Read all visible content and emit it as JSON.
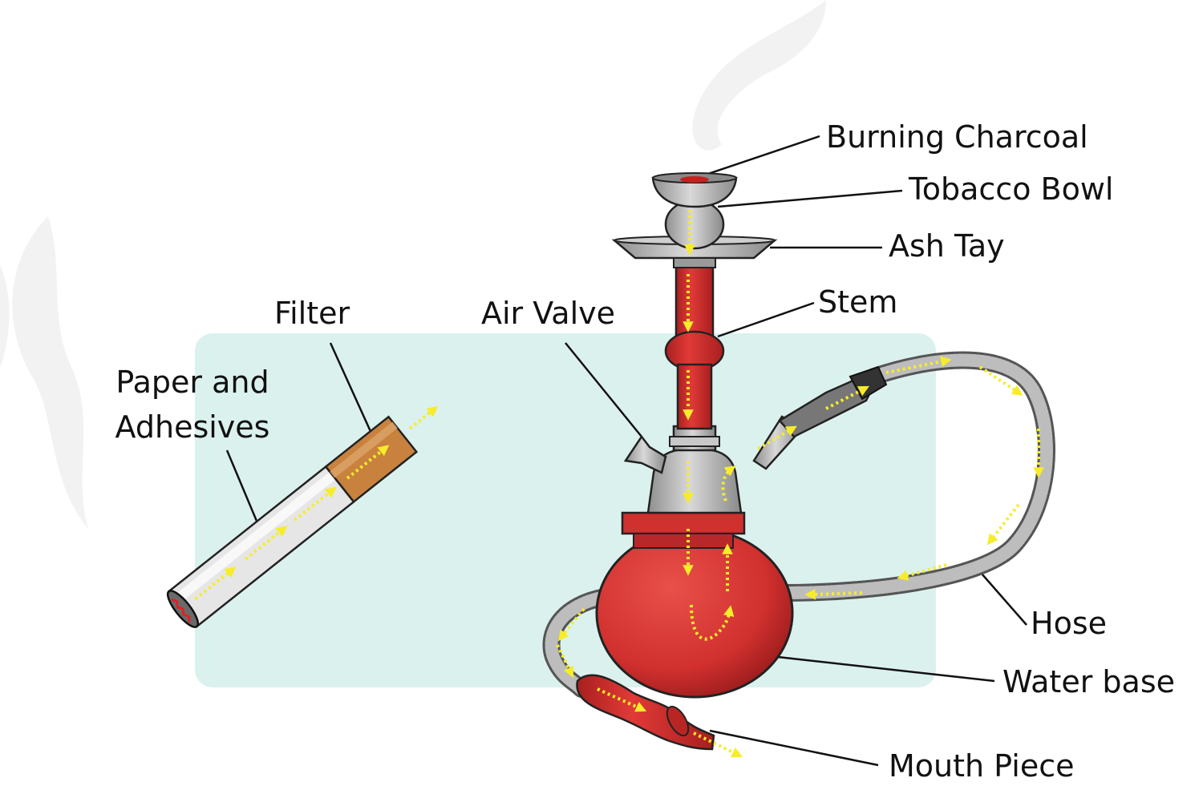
{
  "labels": {
    "burning_charcoal": "Burning Charcoal",
    "tobacco_bowl": "Tobacco Bowl",
    "ash_tray": "Ash Tay",
    "stem": "Stem",
    "air_valve": "Air Valve",
    "hose": "Hose",
    "water_base": "Water base",
    "mouth_piece": "Mouth Piece",
    "filter": "Filter",
    "paper_adhesives_line1": "Paper and",
    "paper_adhesives_line2": "Adhesives"
  },
  "colors": {
    "panel": "#dbf1ee",
    "hookah_red": "#d2302f",
    "metal": "#b8b8b8",
    "filter": "#c8823e",
    "flow_arrow": "#f7ec2a",
    "smoke": "#eeeeee"
  }
}
